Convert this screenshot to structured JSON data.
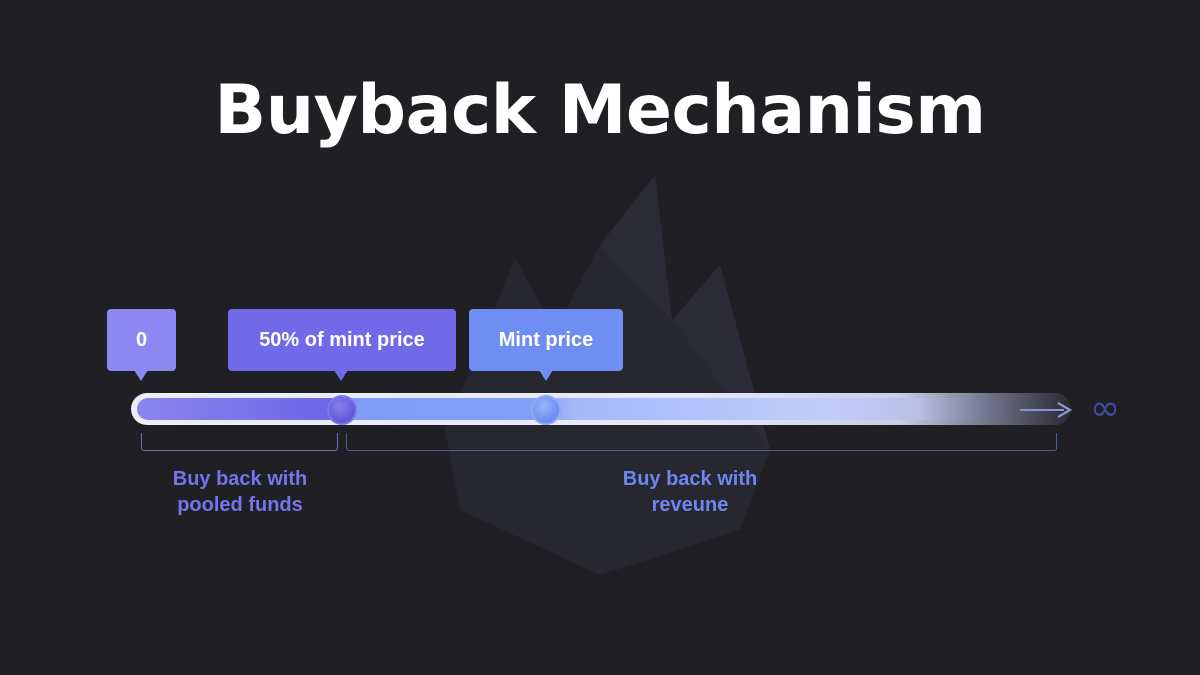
{
  "title": "Buyback Mechanism",
  "callouts": {
    "zero": "0",
    "half_mint": "50% of mint price",
    "mint": "Mint price"
  },
  "ranges": {
    "pooled": {
      "line1": "Buy back with",
      "line2": "pooled funds"
    },
    "revenue": {
      "line1": "Buy back with",
      "line2": "reveune"
    }
  },
  "end_symbol": "∞",
  "icons": {
    "watermark": "flame-logo-icon",
    "arrow": "arrow-right-icon",
    "infinity": "infinity-icon"
  },
  "colors": {
    "background": "#202024",
    "callout_zero": "#8c88f1",
    "callout_half": "#706ae9",
    "callout_mint": "#6f8ef4",
    "label_left": "#7474ec",
    "label_right": "#6f86f0"
  }
}
